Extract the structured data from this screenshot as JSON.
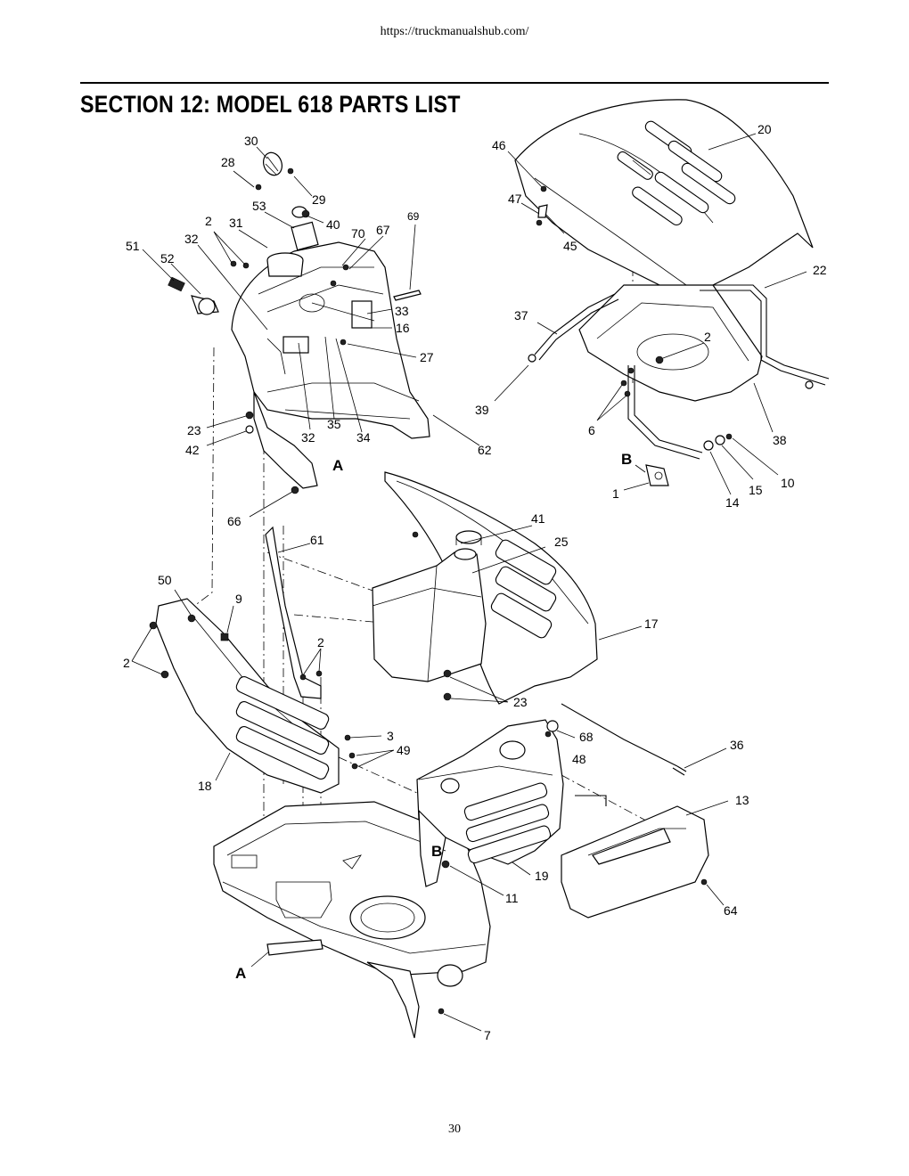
{
  "header": {
    "url": "https://truckmanualshub.com/"
  },
  "section_title": "SECTION 12:  MODEL 618 PARTS LIST",
  "page_number": "30",
  "callouts": [
    {
      "id": "c30",
      "text": "30"
    },
    {
      "id": "c28",
      "text": "28"
    },
    {
      "id": "c29",
      "text": "29"
    },
    {
      "id": "c53",
      "text": "53"
    },
    {
      "id": "c40",
      "text": "40"
    },
    {
      "id": "c2a",
      "text": "2"
    },
    {
      "id": "c31",
      "text": "31"
    },
    {
      "id": "c70",
      "text": "70"
    },
    {
      "id": "c67",
      "text": "67"
    },
    {
      "id": "c69",
      "text": "69"
    },
    {
      "id": "c32a",
      "text": "32"
    },
    {
      "id": "c51",
      "text": "51"
    },
    {
      "id": "c52",
      "text": "52"
    },
    {
      "id": "c33",
      "text": "33"
    },
    {
      "id": "c16",
      "text": "16"
    },
    {
      "id": "c27",
      "text": "27"
    },
    {
      "id": "c23a",
      "text": "23"
    },
    {
      "id": "c42",
      "text": "42"
    },
    {
      "id": "c32b",
      "text": "32"
    },
    {
      "id": "c35",
      "text": "35"
    },
    {
      "id": "c34",
      "text": "34"
    },
    {
      "id": "c62",
      "text": "62"
    },
    {
      "id": "c66",
      "text": "66"
    },
    {
      "id": "c61",
      "text": "61"
    },
    {
      "id": "c46",
      "text": "46"
    },
    {
      "id": "c20",
      "text": "20"
    },
    {
      "id": "c47",
      "text": "47"
    },
    {
      "id": "c45",
      "text": "45"
    },
    {
      "id": "c22",
      "text": "22"
    },
    {
      "id": "c37",
      "text": "37"
    },
    {
      "id": "c2b",
      "text": "2"
    },
    {
      "id": "c39",
      "text": "39"
    },
    {
      "id": "c6",
      "text": "6"
    },
    {
      "id": "c38",
      "text": "38"
    },
    {
      "id": "c1",
      "text": "1"
    },
    {
      "id": "c14",
      "text": "14"
    },
    {
      "id": "c15",
      "text": "15"
    },
    {
      "id": "c10",
      "text": "10"
    },
    {
      "id": "c41",
      "text": "41"
    },
    {
      "id": "c25",
      "text": "25"
    },
    {
      "id": "c17",
      "text": "17"
    },
    {
      "id": "c50",
      "text": "50"
    },
    {
      "id": "c9",
      "text": "9"
    },
    {
      "id": "c2c",
      "text": "2"
    },
    {
      "id": "c2d",
      "text": "2"
    },
    {
      "id": "c23b",
      "text": "23"
    },
    {
      "id": "c3",
      "text": "3"
    },
    {
      "id": "c49",
      "text": "49"
    },
    {
      "id": "c68",
      "text": "68"
    },
    {
      "id": "c48",
      "text": "48"
    },
    {
      "id": "c36",
      "text": "36"
    },
    {
      "id": "c18",
      "text": "18"
    },
    {
      "id": "c13",
      "text": "13"
    },
    {
      "id": "c19",
      "text": "19"
    },
    {
      "id": "c11",
      "text": "11"
    },
    {
      "id": "c64",
      "text": "64"
    },
    {
      "id": "c7",
      "text": "7"
    }
  ],
  "ref_marks": [
    {
      "id": "rA1",
      "text": "A"
    },
    {
      "id": "rB1",
      "text": "B"
    },
    {
      "id": "rB2",
      "text": "B"
    },
    {
      "id": "rA2",
      "text": "A"
    }
  ]
}
